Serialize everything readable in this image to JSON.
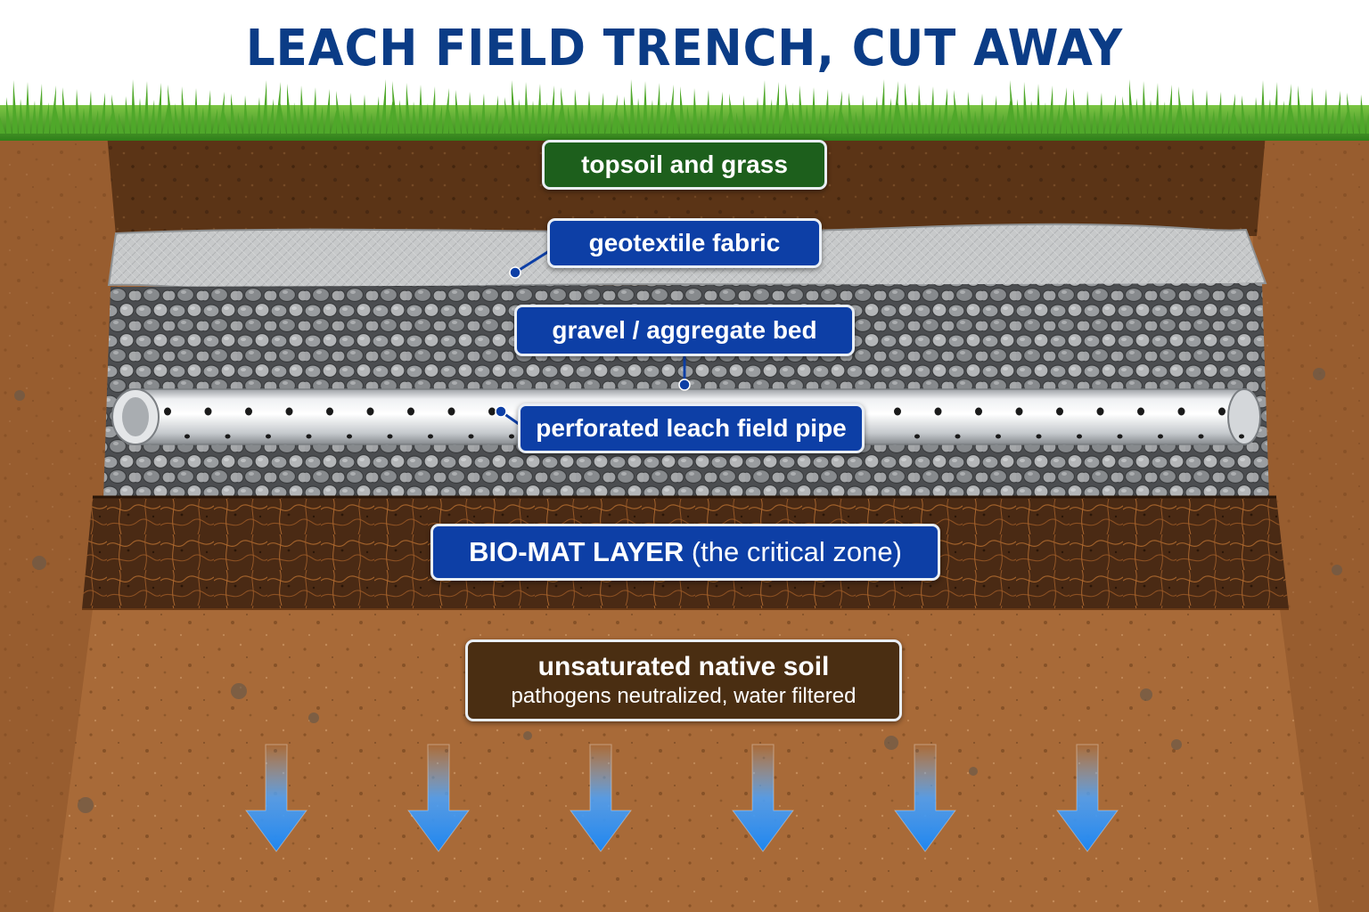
{
  "title": "LEACH FIELD TRENCH, CUT AWAY",
  "labels": {
    "topsoil": "topsoil and grass",
    "geotextile": "geotextile fabric",
    "gravel": "gravel / aggregate bed",
    "pipe": "perforated leach field pipe",
    "biomat_strong": "BIO-MAT LAYER",
    "biomat_note": "(the critical zone)",
    "native_line1": "unsaturated native soil",
    "native_line2": "pathogens neutralized, water filtered"
  },
  "colors": {
    "title": "#0b3c86",
    "label_green": "#1d5f1c",
    "label_blue": "#0d3fa6",
    "label_brown": "#4a2e12",
    "grass": "#4fa82a",
    "soil": "#a86a38",
    "gravel": "#8a8d90",
    "geotextile": "#c9cbcc",
    "biomat": "#4a2a14",
    "flow_arrow": "#1e86f0"
  },
  "flow_arrows": {
    "count": 6,
    "icon": "arrow-down-icon"
  }
}
